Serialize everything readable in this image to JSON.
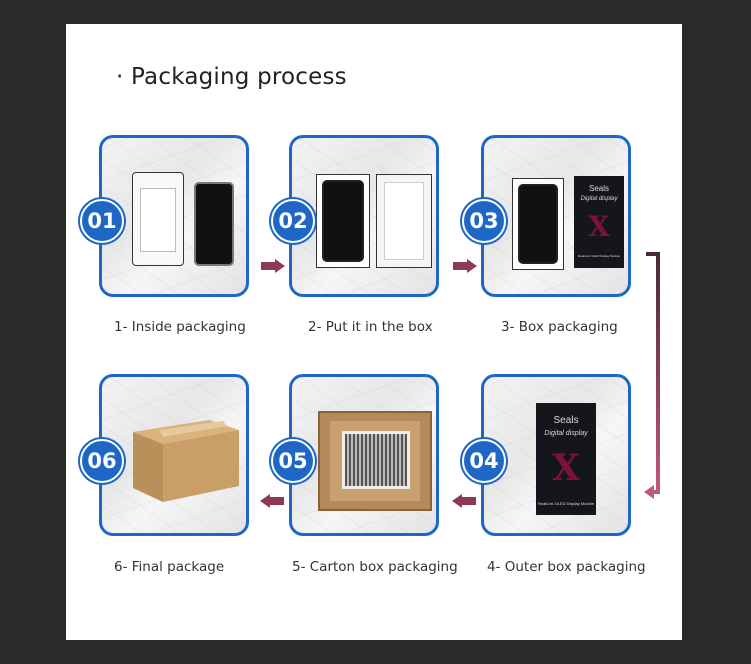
{
  "title": "· Packaging process",
  "steps": [
    {
      "num": "01",
      "label": "1- Inside packaging"
    },
    {
      "num": "02",
      "label": "2- Put it in the box"
    },
    {
      "num": "03",
      "label": "3- Box packaging"
    },
    {
      "num": "04",
      "label": "4- Outer box packaging"
    },
    {
      "num": "05",
      "label": "5- Carton box packaging"
    },
    {
      "num": "06",
      "label": "6- Final package"
    }
  ],
  "box_print": {
    "brand": "Seals",
    "subtitle": "Digital display",
    "mark": "X",
    "footer": "RealLink OLED Display Module"
  },
  "colors": {
    "accent": "#1f67c7",
    "arrow": "#8a3a56",
    "background": "#2b2b2b"
  }
}
